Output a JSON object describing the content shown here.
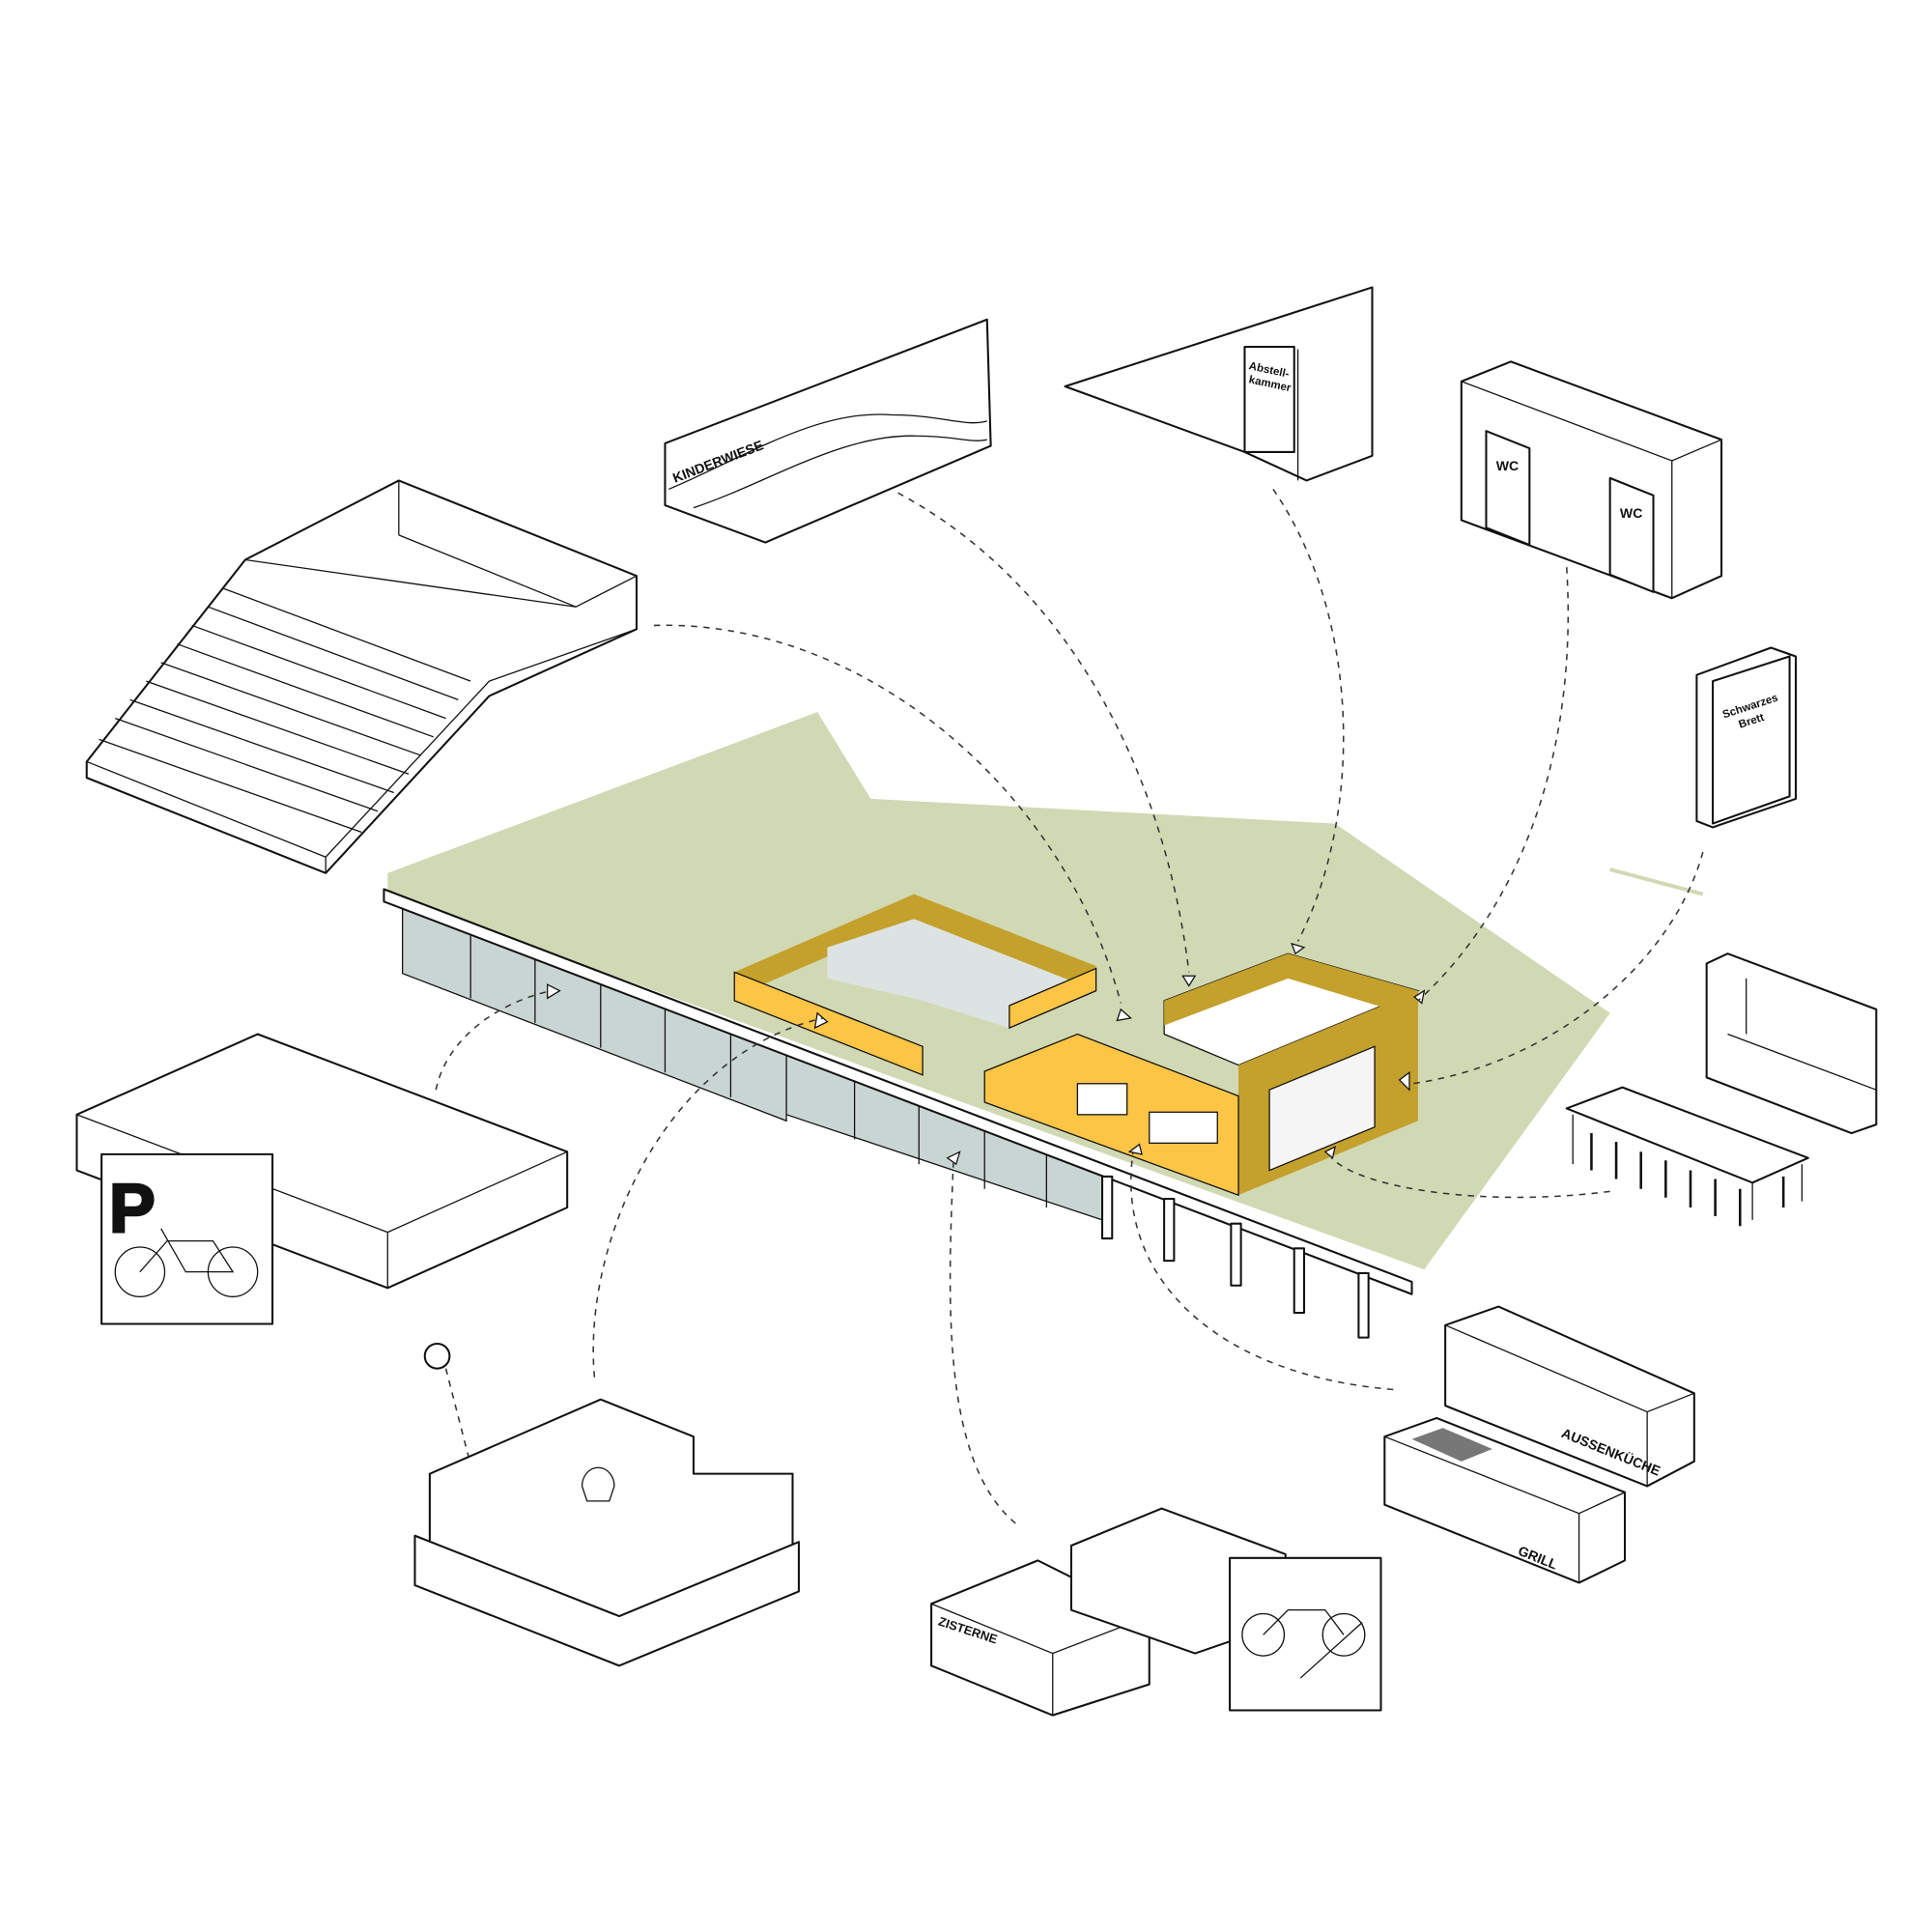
{
  "labels": {
    "kinderwiese": "KINDERWIESE",
    "abstell_1": "Abstell-",
    "abstell_2": "kammer",
    "wc_1": "WC",
    "wc_2": "WC",
    "board_1": "Schwarzes",
    "board_2": "Brett",
    "parking": "P",
    "aussenkueche": "AUSSENKÜCHE",
    "grill": "GRILL",
    "zisterne": "ZISTERNE"
  },
  "colors": {
    "green_area": "#d0d9b3",
    "yellow": "#fcc545",
    "yellow_dark": "#c4a02c",
    "glass": "#c9d5d3"
  }
}
